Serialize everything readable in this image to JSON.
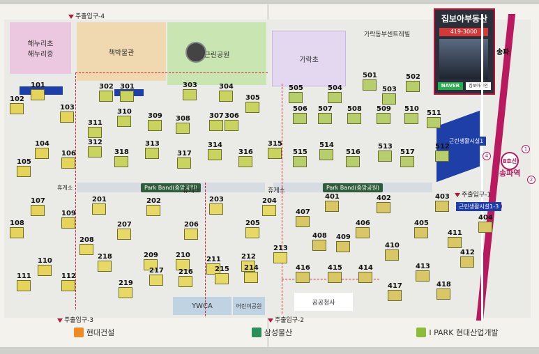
{
  "gates": {
    "g4": "주출입구-4",
    "g3": "주출입구-3",
    "g2": "주출입구-2",
    "g1": "주출입구-1"
  },
  "zones": {
    "school": "해누리초\n해누리중",
    "museum": "책박물관",
    "park": "근린공원",
    "garak_school": "가락초",
    "garak_welfare": "가락동부센트레빌",
    "ywca": "YWCA",
    "kindergarten": "어린이공원",
    "public_office": "공공청사"
  },
  "bands": {
    "central": "Park Band(중앙공원)",
    "middle": "Park Band(중앙공원)",
    "rest1": "휴게소",
    "rest2": "휴게소",
    "rest3": "휴게소"
  },
  "right_labels": {
    "songpa": "송파",
    "station_line": "8호선",
    "station_name": "송파역",
    "commercial_upper": "근린생활시설1",
    "commercial_lower": "근린생활시설1-3"
  },
  "promo": {
    "title": "집보아부동산",
    "phone": "419-3000",
    "naver": "NAVER",
    "sub": "집보아공인"
  },
  "builders": {
    "hyundai": "현대건설",
    "samsung": "삼성물산",
    "ipark": "I PARK 현대산업개발"
  },
  "colors": {
    "hyundai": "#f08a24",
    "samsung": "#2a8f5a",
    "ipark": "#8dbb3a",
    "accent": "#c0133a",
    "metro": "#b9195f"
  },
  "buildings": {
    "row1": [
      "101",
      "102",
      "103",
      "104",
      "105",
      "106",
      "107",
      "108",
      "109",
      "110",
      "111",
      "112"
    ],
    "row2": [
      "201",
      "202",
      "203",
      "204",
      "205",
      "206",
      "207",
      "208",
      "209",
      "210",
      "211",
      "212",
      "213",
      "214",
      "215",
      "216",
      "217",
      "218",
      "219"
    ],
    "row3": [
      "301",
      "302",
      "303",
      "304",
      "305",
      "306",
      "307",
      "308",
      "309",
      "310",
      "311",
      "312",
      "313",
      "314",
      "315",
      "316",
      "317",
      "318"
    ],
    "row4": [
      "401",
      "402",
      "403",
      "404",
      "405",
      "406",
      "407",
      "408",
      "409",
      "410",
      "411",
      "412",
      "413",
      "414",
      "415",
      "416",
      "417",
      "418"
    ],
    "row5": [
      "501",
      "502",
      "503",
      "504",
      "505",
      "506",
      "507",
      "508",
      "509",
      "510",
      "511",
      "512",
      "513",
      "514",
      "515",
      "516",
      "517"
    ]
  }
}
